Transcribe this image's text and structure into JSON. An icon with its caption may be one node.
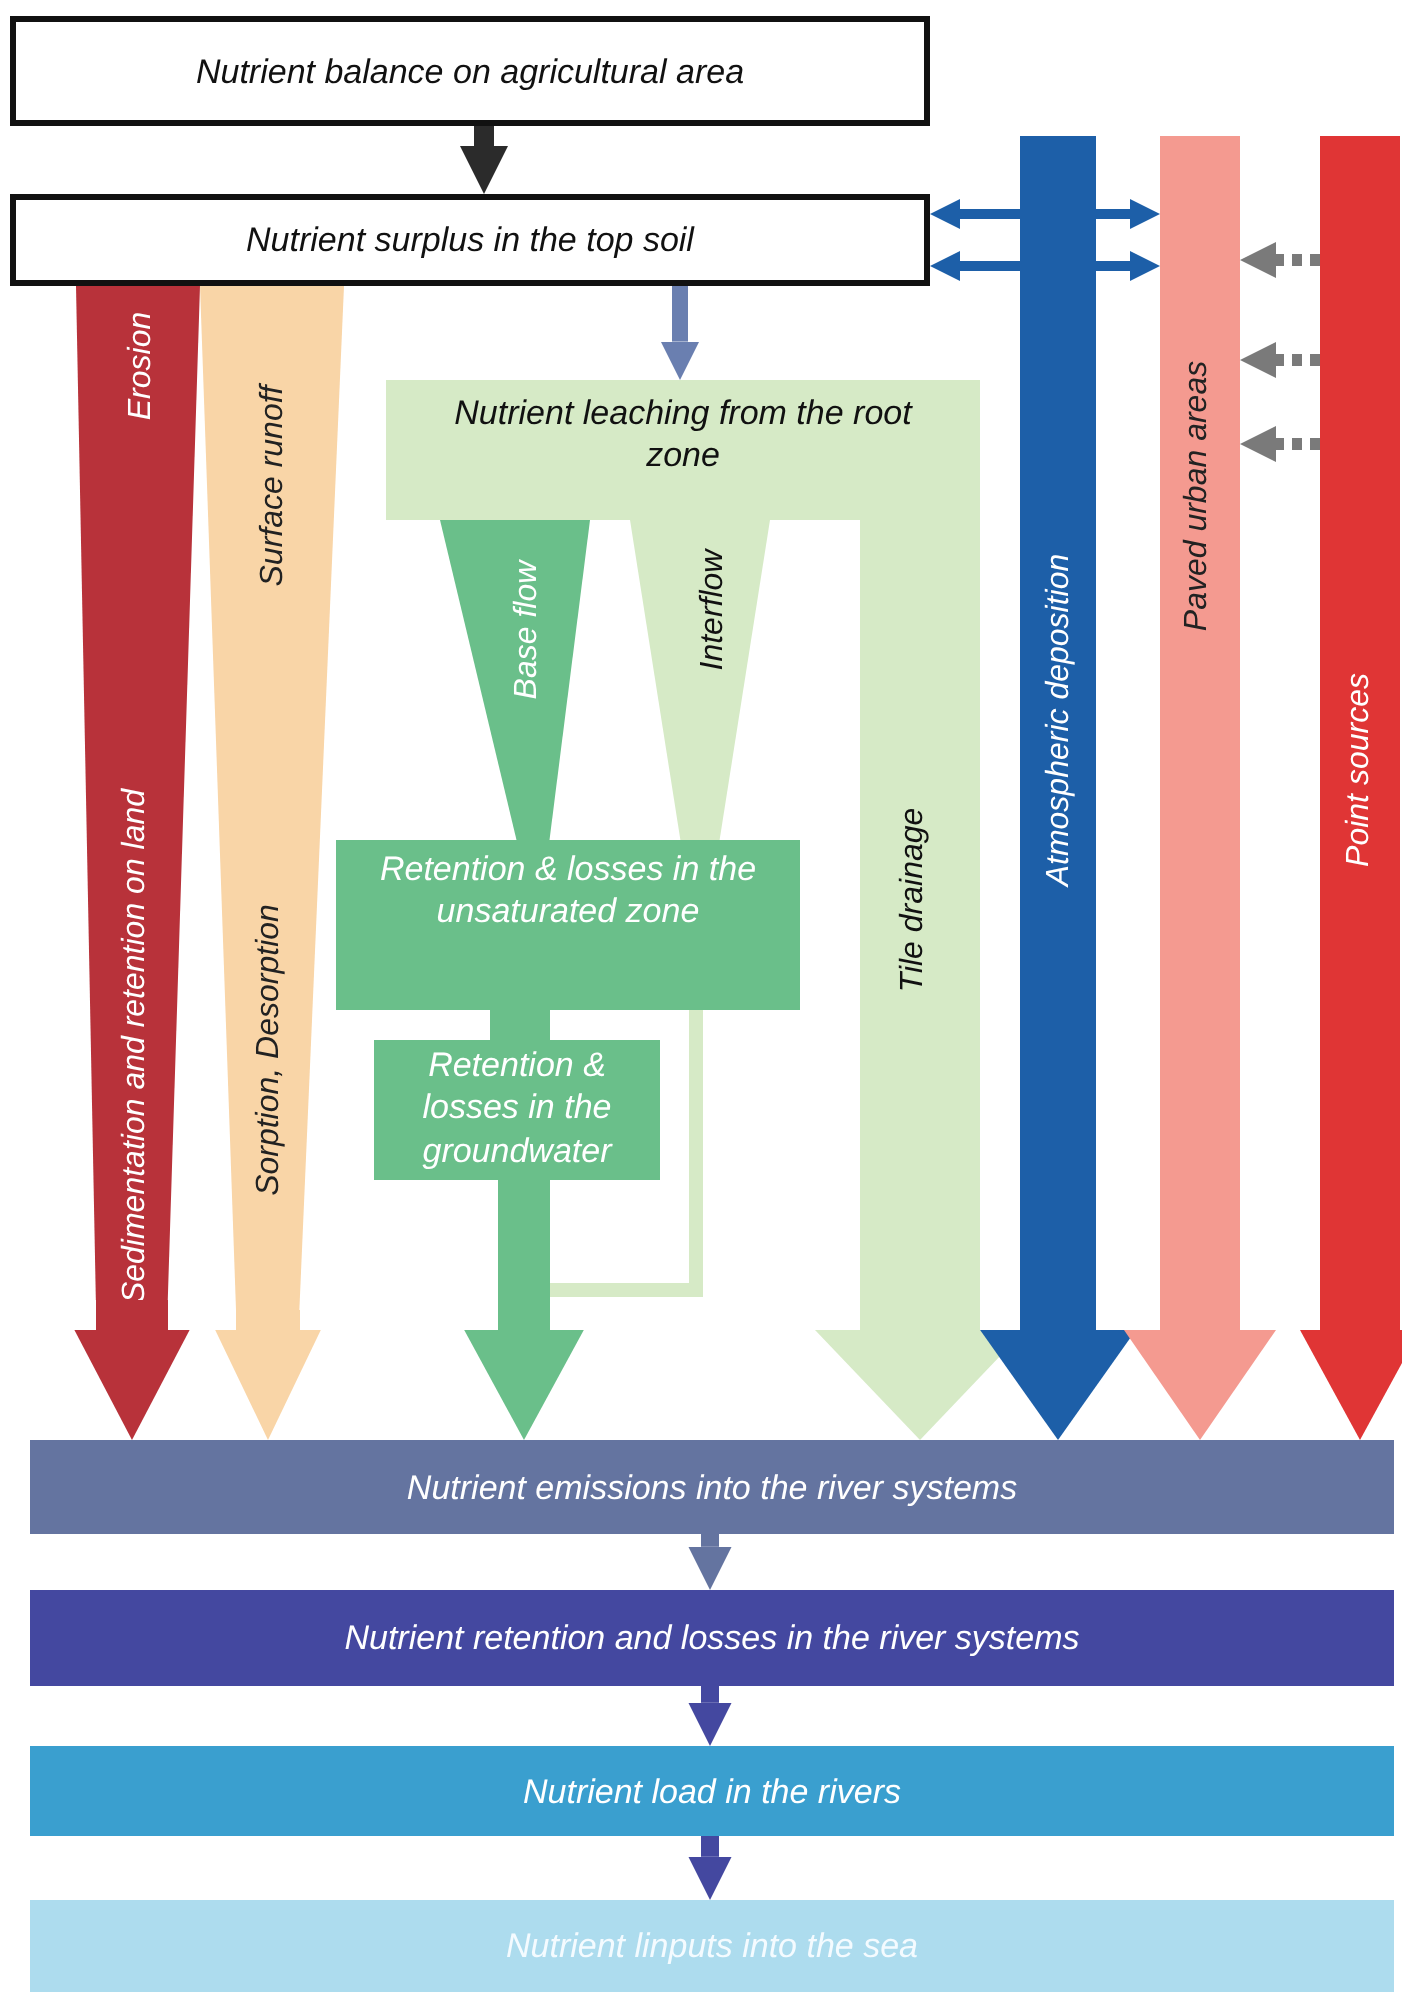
{
  "diagram": {
    "nodes": [
      {
        "text": [
          "Nutrient balance on agricultural area"
        ]
      },
      {
        "text": [
          "Nutrient surplus in the top soil"
        ]
      },
      {
        "text": [
          "Nutrient leaching from the root zone"
        ]
      },
      {
        "text": [
          "Retention & losses in the unsaturated zone"
        ]
      },
      {
        "text": [
          "Retention & losses in the groundwater"
        ]
      },
      {
        "text": [
          "Nutrient emissions into the river systems"
        ]
      },
      {
        "text": [
          "Nutrient retention and losses in the river systems"
        ]
      },
      {
        "text": [
          "Nutrient load in the rivers"
        ]
      },
      {
        "text": [
          "Nutrient linputs into the sea"
        ]
      },
      {
        "text": [
          "Erosion",
          "Sedimentation and retention on land"
        ]
      },
      {
        "text": [
          "Surface runoff",
          "Sorption, Desorption"
        ]
      },
      {
        "text": [
          "Base flow"
        ]
      },
      {
        "text": [
          "Interflow"
        ]
      },
      {
        "text": [
          "Tile drainage"
        ]
      },
      {
        "text": [
          "Atmospheric deposition"
        ]
      },
      {
        "text": [
          "Paved urban areas"
        ]
      },
      {
        "text": [
          "Point sources"
        ]
      }
    ],
    "edges": [
      {
        "from": 0,
        "to": 1,
        "arrow": "to",
        "color": "#2b2b2b"
      },
      {
        "from": 14,
        "to": 1,
        "arrow": "to",
        "color": "#1d5fa8"
      },
      {
        "from": 14,
        "to": 15,
        "arrow": "to",
        "color": "#1d5fa8"
      },
      {
        "from": 14,
        "to": 1,
        "arrow": "to",
        "color": "#1d5fa8"
      },
      {
        "from": 14,
        "to": 15,
        "arrow": "to",
        "color": "#1d5fa8"
      },
      {
        "from": 16,
        "to": 15,
        "arrow": "to",
        "style": "dashed",
        "color": "#7a7a7a"
      },
      {
        "from": 16,
        "to": 15,
        "arrow": "to",
        "style": "dashed",
        "color": "#7a7a7a"
      },
      {
        "from": 16,
        "to": 15,
        "arrow": "to",
        "style": "dashed",
        "color": "#7a7a7a"
      },
      {
        "from": 1,
        "to": 2,
        "arrow": "to",
        "color": "#6a7fb0"
      },
      {
        "from": 3,
        "to": 4,
        "arrow": "none",
        "style": "thick",
        "color": "#6abf8a"
      },
      {
        "from": 12,
        "to": null,
        "arrow": "none",
        "color": "#d6eac6"
      },
      {
        "from": 9,
        "to": 5,
        "arrow": "to",
        "style": "thick",
        "color": "#b8323a"
      },
      {
        "from": 10,
        "to": 5,
        "arrow": "to",
        "style": "thick",
        "color": "#f9d5a7"
      },
      {
        "from": 4,
        "to": 5,
        "arrow": "to",
        "style": "thick",
        "color": "#6abf8a"
      },
      {
        "from": 13,
        "to": 5,
        "arrow": "to",
        "style": "thick",
        "color": "#d6eac6"
      },
      {
        "from": 14,
        "to": 5,
        "arrow": "to",
        "style": "thick",
        "color": "#1d5fa8"
      },
      {
        "from": 15,
        "to": 5,
        "arrow": "to",
        "style": "thick",
        "color": "#f49a90"
      },
      {
        "from": 16,
        "to": 5,
        "arrow": "to",
        "style": "thick",
        "color": "#e03535"
      },
      {
        "from": 5,
        "to": 6,
        "arrow": "to",
        "color": "#6474a0"
      },
      {
        "from": 6,
        "to": 7,
        "arrow": "to",
        "color": "#4448a0"
      },
      {
        "from": 7,
        "to": 8,
        "arrow": "to",
        "color": "#4448a0"
      }
    ]
  }
}
